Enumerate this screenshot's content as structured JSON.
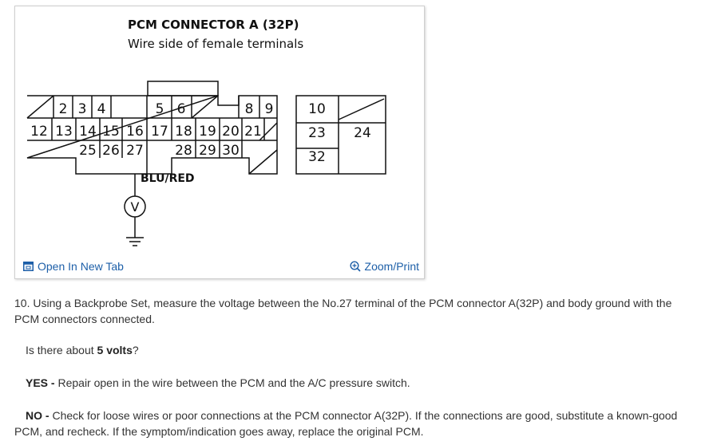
{
  "figure": {
    "title": "PCM CONNECTOR A (32P)",
    "subtitle": "Wire side of female terminals",
    "wire_label": "BLU/RED",
    "meter_symbol": "V",
    "terminals": {
      "row1": [
        "2",
        "3",
        "4",
        "5",
        "6",
        "8",
        "9",
        "10"
      ],
      "row2": [
        "12",
        "13",
        "14",
        "15",
        "16",
        "17",
        "18",
        "19",
        "20",
        "21",
        "23",
        "24"
      ],
      "row3": [
        "25",
        "26",
        "27",
        "28",
        "29",
        "30",
        "32"
      ]
    },
    "open_new_tab_label": "Open In New Tab",
    "zoom_print_label": "Zoom/Print",
    "link_color": "#1d5fa8"
  },
  "step": {
    "text": "10. Using a Backprobe Set, measure the voltage between the No.27 terminal of the PCM connector A(32P) and body ground with the PCM connectors connected."
  },
  "question": {
    "before": "Is there about ",
    "bold": "5 volts",
    "after": "?"
  },
  "yes": {
    "label": "YES - ",
    "text": "Repair open in the wire between the PCM and the A/C pressure switch."
  },
  "no": {
    "label": "NO - ",
    "text": "Check for loose wires or poor connections at the PCM connector A(32P). If the connections are good, substitute a known-good PCM, and recheck. If the symptom/indication goes away, replace the original PCM."
  }
}
